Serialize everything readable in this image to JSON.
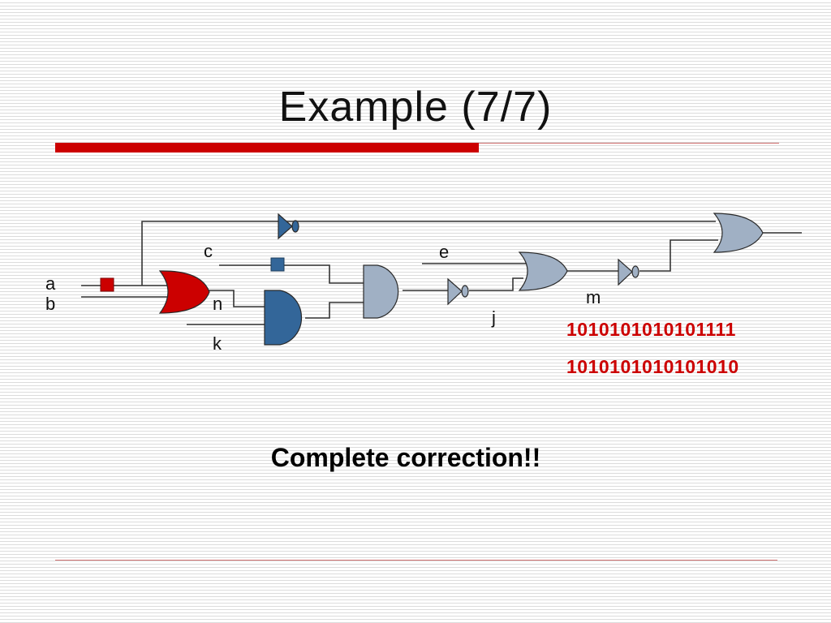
{
  "slide": {
    "title": "Example (7/7)",
    "caption": "Complete correction!!"
  },
  "labels": {
    "a": "a",
    "b": "b",
    "c": "c",
    "n": "n",
    "k": "k",
    "e": "e",
    "j": "j",
    "m": "m"
  },
  "sequences": {
    "line1": "1010101010101111",
    "line2": "1010101010101010"
  },
  "colors": {
    "accent_red": "#cc0000",
    "rule_red": "#cc0000",
    "rule_thin": "#d07070",
    "gate_blue": "#336699",
    "gate_gray": "#a0b0c4",
    "gate_red": "#cc0000",
    "marker_red": "#cc0000",
    "marker_blue": "#336699"
  },
  "icons": [
    "or-gate-icon",
    "and-gate-icon",
    "not-gate-icon",
    "buffer-marker-icon"
  ]
}
